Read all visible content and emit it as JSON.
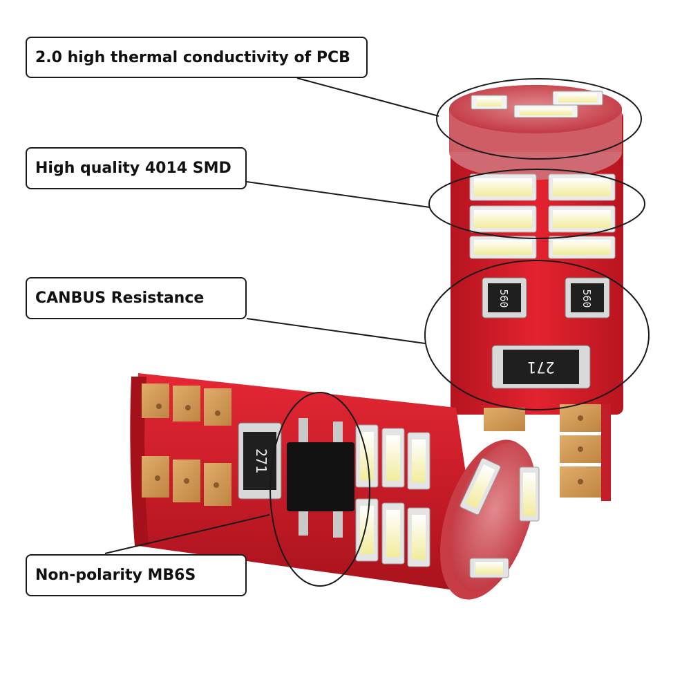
{
  "callouts": {
    "pcb": "2.0 high thermal conductivity of PCB",
    "smd": "High quality 4014 SMD",
    "canbus": "CANBUS Resistance",
    "mb6s": "Non-polarity MB6S"
  },
  "resistors": {
    "small_left": "560",
    "small_right": "560",
    "large_standing": "271",
    "large_lying": "271"
  },
  "colors": {
    "pcb_red": "#d8202c",
    "gold_pad": "#d09a55",
    "led_yellow": "#f4f0a8",
    "chip_black": "#121212"
  }
}
